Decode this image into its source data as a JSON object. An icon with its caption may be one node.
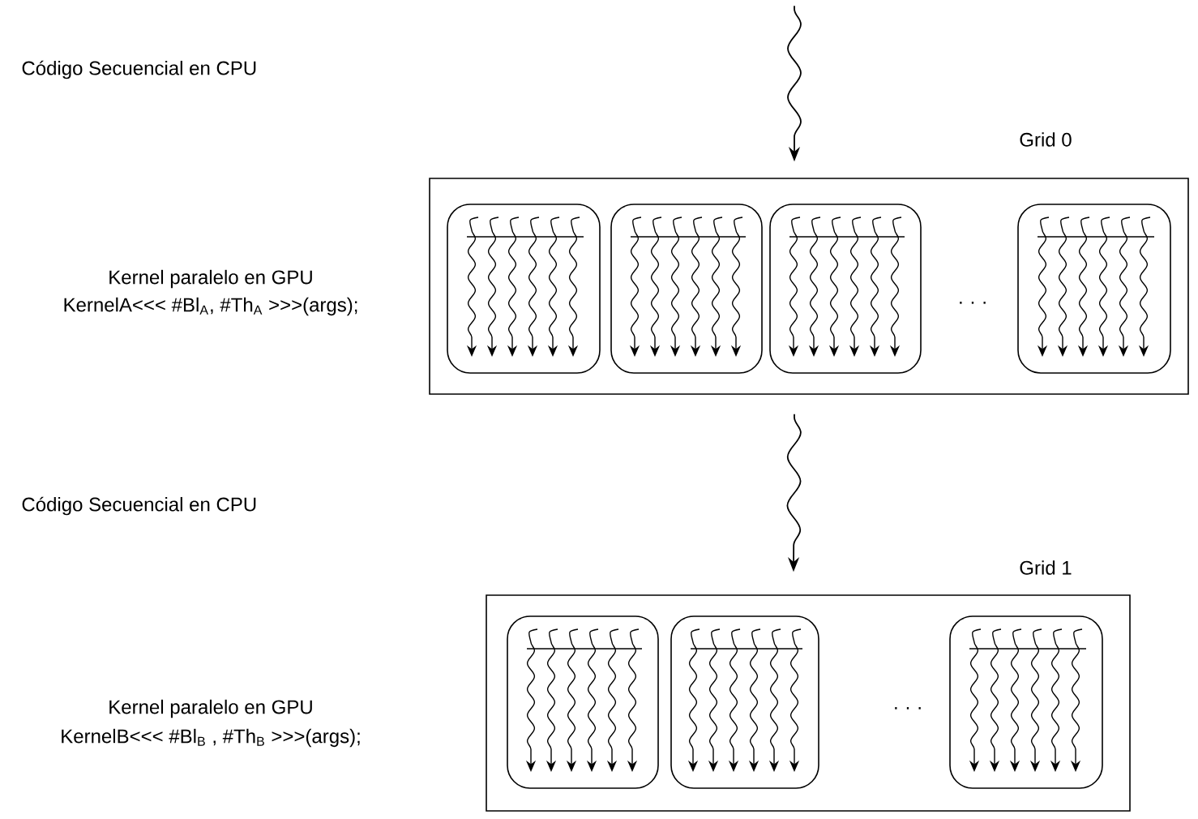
{
  "diagram": {
    "nodes": [
      {
        "text": [
          "Grid 0"
        ]
      },
      {
        "text": [],
        "shape": "box",
        "in": 0
      },
      {
        "text": [],
        "shape": "box",
        "in": 0
      },
      {
        "text": [],
        "shape": "box",
        "in": 0
      },
      {
        "text": [],
        "shape": "box",
        "in": 0
      },
      {
        "text": [
          "Grid 1"
        ]
      },
      {
        "text": [],
        "shape": "box",
        "in": 5
      },
      {
        "text": [],
        "shape": "box",
        "in": 5
      },
      {
        "text": [],
        "shape": "box",
        "in": 5
      }
    ],
    "edges": [
      {
        "from": null,
        "to": 0,
        "arrow": "to"
      },
      {
        "from": 0,
        "to": 5,
        "arrow": "to"
      }
    ],
    "labels": [
      "Código Secuencial en CPU",
      "Kernel paralelo en GPU",
      "KernelA<<< #Bl$_{A}$, #Th$_{A}$ >>>(args);",
      "· · ·",
      "Código Secuencial en CPU",
      "Kernel paralelo en GPU",
      "KernelB<<< #Bl$_{B}$ , #Th$_{B}$ >>>(args);",
      "· · ·"
    ]
  }
}
